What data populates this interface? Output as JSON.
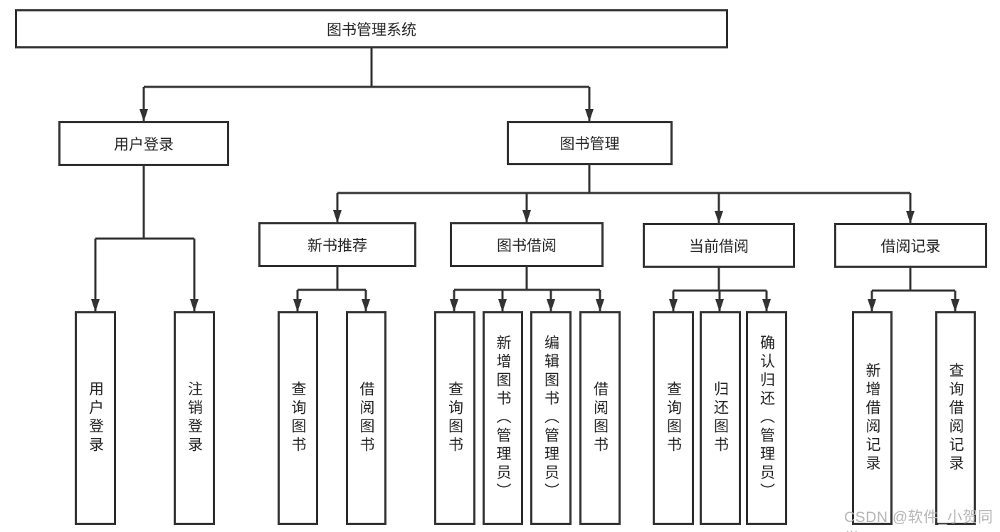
{
  "diagram_type": "hierarchy-diagram",
  "colors": {
    "line": "#333333",
    "box_border": "#333333",
    "text": "#252525",
    "watermark": "#b5b5b5",
    "background": "#ffffff"
  },
  "tree": {
    "root": {
      "label": "图书管理系统",
      "children": [
        {
          "label": "用户登录",
          "children": [
            {
              "label": "用户登录"
            },
            {
              "label": "注销登录"
            }
          ]
        },
        {
          "label": "图书管理",
          "children": [
            {
              "label": "新书推荐",
              "children": [
                {
                  "label": "查询图书"
                },
                {
                  "label": "借阅图书"
                }
              ]
            },
            {
              "label": "图书借阅",
              "children": [
                {
                  "label": "查询图书"
                },
                {
                  "label": "新增图书（管理员）"
                },
                {
                  "label": "编辑图书（管理员）"
                },
                {
                  "label": "借阅图书"
                }
              ]
            },
            {
              "label": "当前借阅",
              "children": [
                {
                  "label": "查询图书"
                },
                {
                  "label": "归还图书"
                },
                {
                  "label": "确认归还（管理员）"
                }
              ]
            },
            {
              "label": "借阅记录",
              "children": [
                {
                  "label": "新增借阅记录"
                },
                {
                  "label": "查询借阅记录"
                }
              ]
            }
          ]
        }
      ]
    }
  },
  "watermark": {
    "text": "CSDN @软件_小贺同学"
  }
}
